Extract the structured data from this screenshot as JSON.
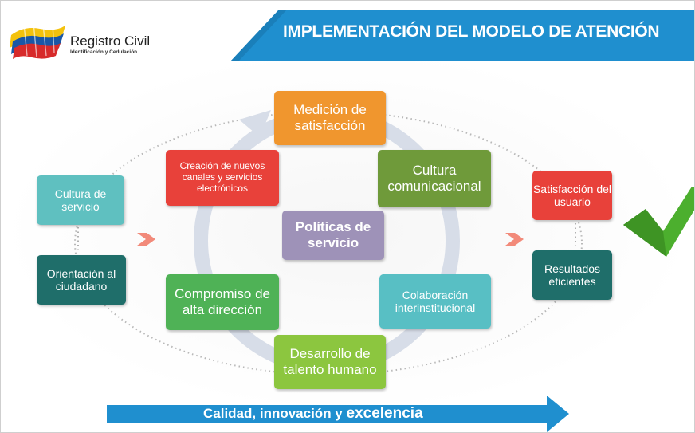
{
  "logo": {
    "name": "Registro Civil",
    "subtitle": "Identificación y Cedulación"
  },
  "banner": {
    "title": "IMPLEMENTACIÓN DEL MODELO DE ATENCIÓN"
  },
  "inputs": [
    {
      "label": "Cultura de servicio"
    },
    {
      "label": "Orientación al ciudadano"
    }
  ],
  "cycle": {
    "center": "Políticas de servicio",
    "nodes": [
      {
        "label": "Medición de satisfacción"
      },
      {
        "label": "Cultura comunicacional"
      },
      {
        "label": "Colaboración interinstitucional"
      },
      {
        "label": "Desarrollo de talento humano"
      },
      {
        "label": "Compromiso de alta dirección"
      },
      {
        "label": "Creación de nuevos canales y servicios electrónicos"
      }
    ]
  },
  "outputs": [
    {
      "label": "Satisfacción del usuario"
    },
    {
      "label": "Resultados eficientes"
    }
  ],
  "footer": {
    "text_prefix": "Calidad, innovación y",
    "text_emphasis": "excelencia"
  },
  "colors": {
    "banner_blue": "#1f8fcf",
    "teal_light": "#5fc0c0",
    "teal_dark": "#1f6e6a",
    "orange": "#f0962e",
    "olive": "#6f9a3a",
    "red": "#e8413a",
    "purple": "#9e92b8",
    "green": "#4fb256",
    "lime": "#8cc63f",
    "cyan": "#58bfc4",
    "arrow_pink": "#f28a7a",
    "check_green": "#4caf2e"
  }
}
